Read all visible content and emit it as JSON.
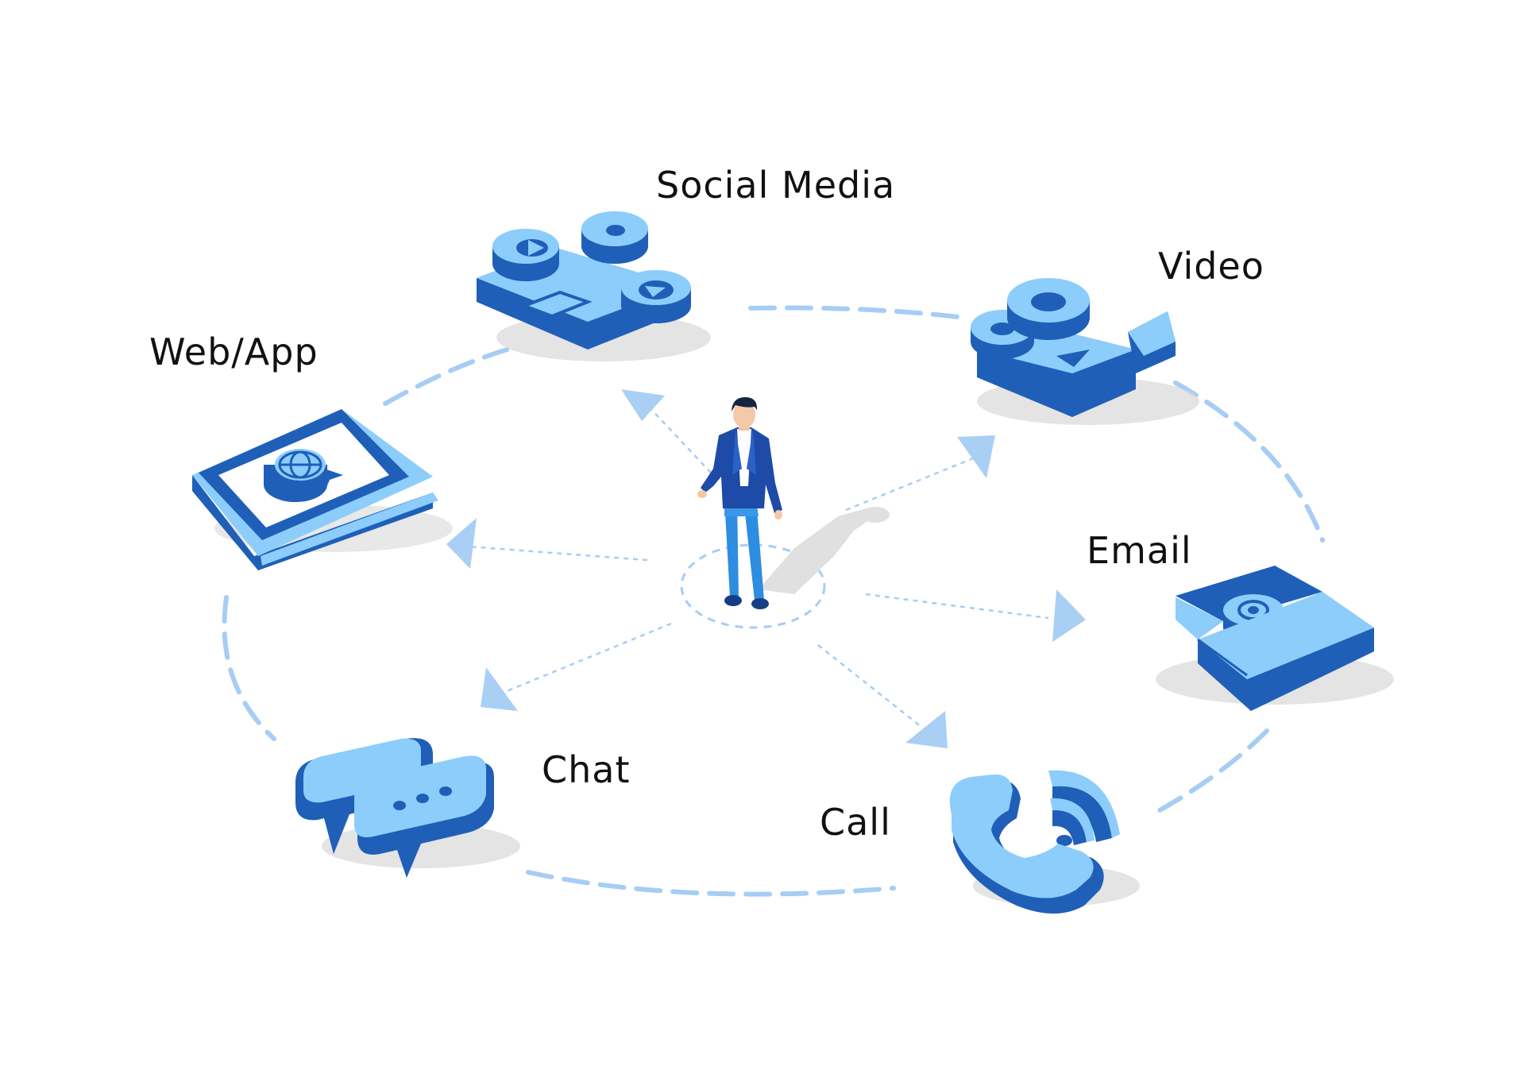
{
  "diagram": {
    "center": {
      "name": "customer-figure"
    },
    "channels": [
      {
        "key": "social",
        "label": "Social Media"
      },
      {
        "key": "video",
        "label": "Video"
      },
      {
        "key": "webapp",
        "label": "Web/App"
      },
      {
        "key": "email",
        "label": "Email"
      },
      {
        "key": "chat",
        "label": "Chat"
      },
      {
        "key": "call",
        "label": "Call"
      }
    ]
  },
  "icons": {
    "social": "social-media-icon",
    "video": "video-camera-icon",
    "webapp": "laptop-globe-icon",
    "email": "envelope-at-icon",
    "chat": "chat-bubbles-icon",
    "call": "phone-icon"
  },
  "colors": {
    "dark_blue": "#1f5fb8",
    "light_blue": "#8ccdfb",
    "dashed_line": "#a6cdf5",
    "arrow": "#a9cff4",
    "shadow": "#dcdcdc",
    "text": "#111111",
    "suit": "#1e4aa8",
    "pants": "#2d8de0"
  }
}
